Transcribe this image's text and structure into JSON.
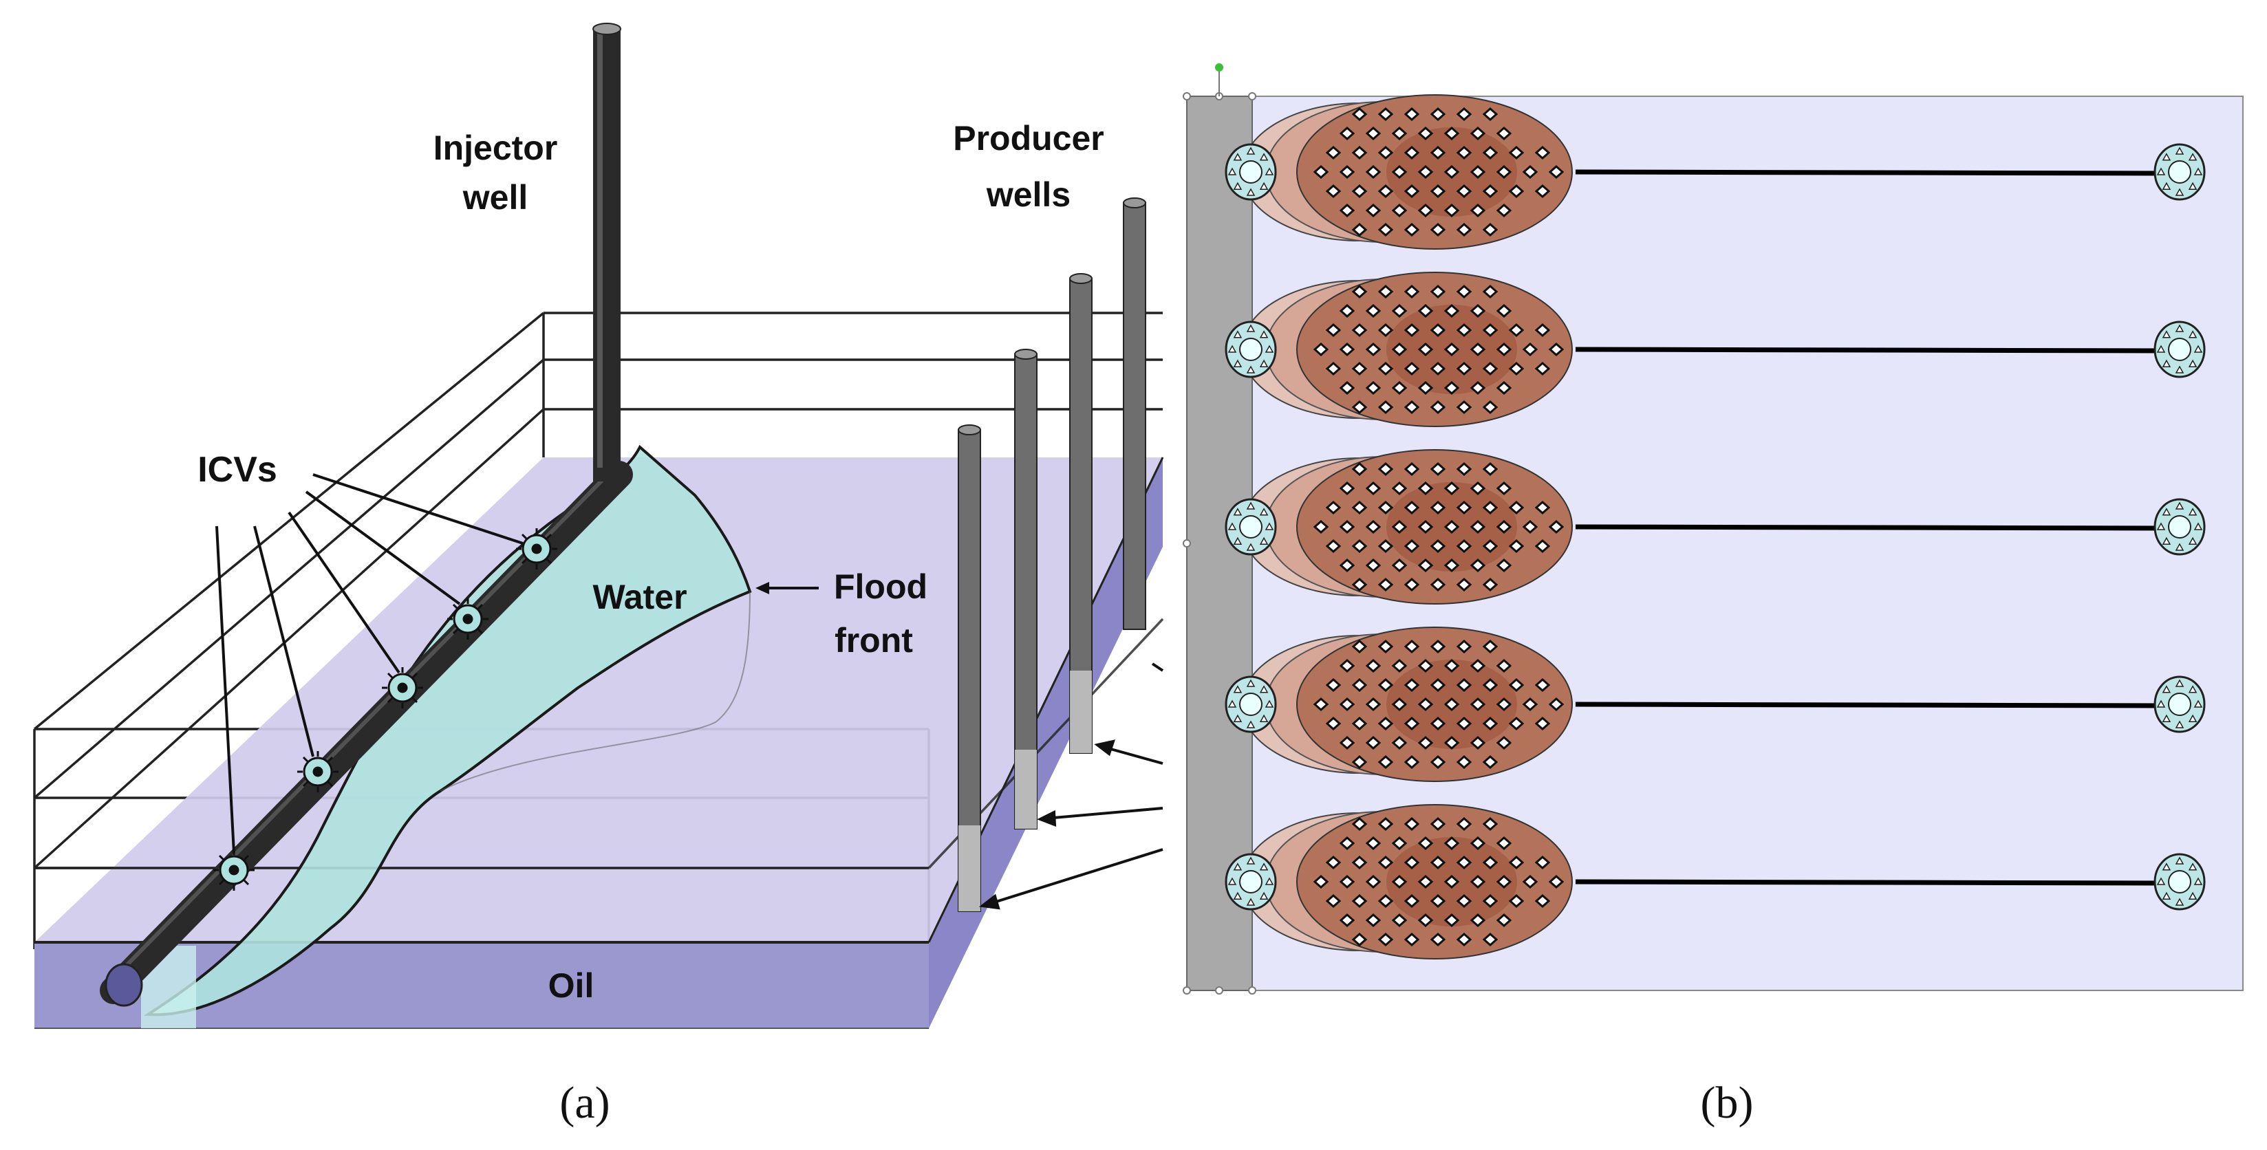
{
  "panel_a": {
    "labels": {
      "injector": [
        "Injector",
        "well"
      ],
      "producers": [
        "Producer",
        "wells"
      ],
      "icvs": "ICVs",
      "water": "Water",
      "flood_front": [
        "Flood",
        "front"
      ],
      "oil": "Oil"
    },
    "caption": "(a)",
    "icv_count": 5,
    "producer_well_count": 4,
    "colors": {
      "reservoir_top": "#cfcbea",
      "reservoir_front": "#9b97cf",
      "reservoir_side": "#8a86c8",
      "water": "#aee2df",
      "well_pipe": "#2a2a2a",
      "producer_pipe": "#6e6e6e",
      "grid_line": "#222222"
    }
  },
  "panel_b": {
    "caption": "(b)",
    "rows": 5,
    "colors": {
      "background": "#e6e6fb",
      "wall": "#a9a9a9",
      "plume_outer": "#e3c2b8",
      "plume_inner": "#b3735b",
      "plume_core": "#9a5139",
      "valve": "#bfe6e6",
      "arrow": "#000000"
    }
  }
}
